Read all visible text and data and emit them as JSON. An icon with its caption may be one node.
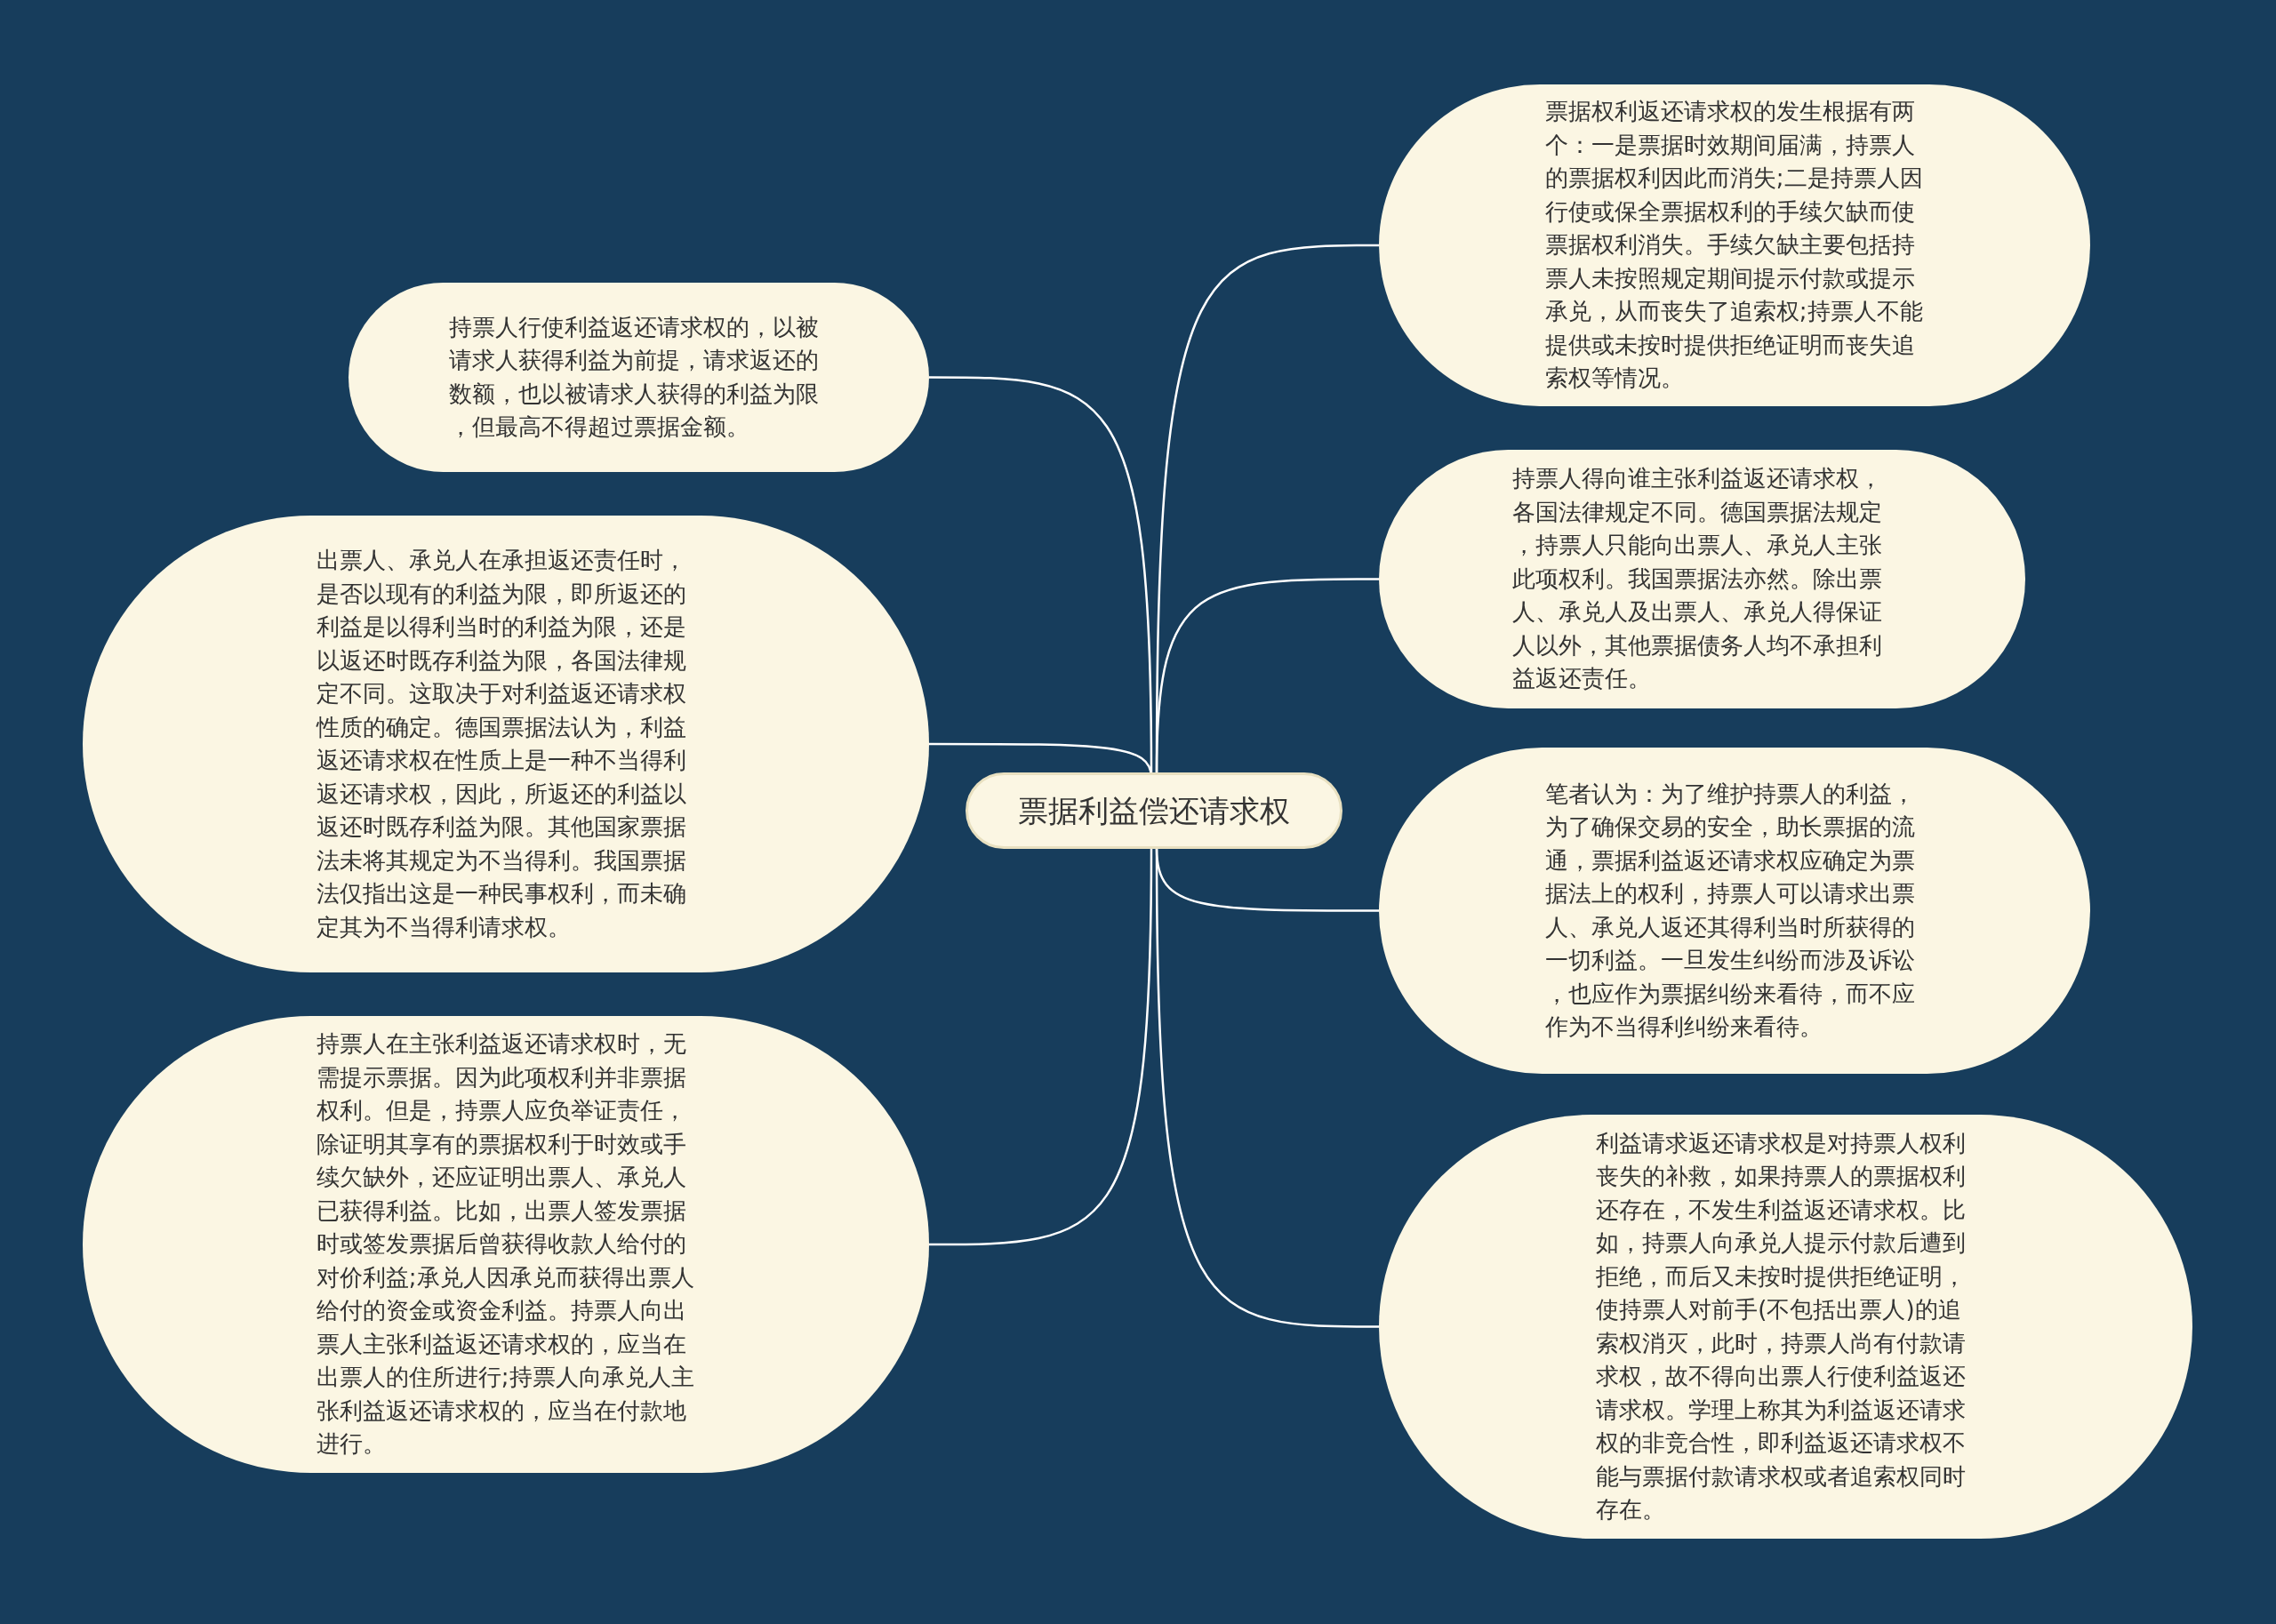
{
  "diagram": {
    "nodes": [
      {
        "text": [
          "票据利益偿还请求权"
        ]
      },
      {
        "text": [
          "持票人行使利益返还请求权的，以被请求人获得利益为前提，请求返还的数额，也以被请求人获得的利益为限，但最高不得超过票据金额。"
        ]
      },
      {
        "text": [
          "出票人、承兑人在承担返还责任时，是否以现有的利益为限，即所返还的利益是以得利当时的利益为限，还是以返还时既存利益为限，各国法律规定不同。这取决于对利益返还请求权性质的确定。德国票据法认为，利益返还请求权在性质上是一种不当得利返还请求权，因此，所返还的利益以返还时既存利益为限。其他国家票据法未将其规定为不当得利。我国票据法仅指出这是一种民事权利，而未确定其为不当得利请求权。"
        ]
      },
      {
        "text": [
          "持票人在主张利益返还请求权时，无需提示票据。因为此项权利并非票据权利。但是，持票人应负举证责任，除证明其享有的票据权利于时效或手续欠缺外，还应证明出票人、承兑人已获得利益。比如，出票人签发票据时或签发票据后曾获得收款人给付的对价利益;承兑人因承兑而获得出票人给付的资金或资金利益。持票人向出票人主张利益返还请求权的，应当在出票人的住所进行;持票人向承兑人主张利益返还请求权的，应当在付款地进行。"
        ]
      },
      {
        "text": [
          "票据权利返还请求权的发生根据有两个：一是票据时效期间届满，持票人的票据权利因此而消失;二是持票人因行使或保全票据权利的手续欠缺而使票据权利消失。手续欠缺主要包括持票人未按照规定期间提示付款或提示承兑，从而丧失了追索权;持票人不能提供或未按时提供拒绝证明而丧失追索权等情况。"
        ]
      },
      {
        "text": [
          "持票人得向谁主张利益返还请求权，各国法律规定不同。德国票据法规定，持票人只能向出票人、承兑人主张此项权利。我国票据法亦然。除出票人、承兑人及出票人、承兑人得保证人以外，其他票据债务人均不承担利益返还责任。"
        ]
      },
      {
        "text": [
          "笔者认为：为了维护持票人的利益，为了确保交易的安全，助长票据的流通，票据利益返还请求权应确定为票据法上的权利，持票人可以请求出票人、承兑人返还其得利当时所获得的一切利益。一旦发生纠纷而涉及诉讼，也应作为票据纠纷来看待，而不应作为不当得利纠纷来看待。"
        ]
      },
      {
        "text": [
          "利益请求返还请求权是对持票人权利丧失的补救，如果持票人的票据权利还存在，不发生利益返还请求权。比如，持票人向承兑人提示付款后遭到拒绝，而后又未按时提供拒绝证明，使持票人对前手(不包括出票人)的追索权消灭，此时，持票人尚有付款请求权，故不得向出票人行使利益返还请求权。学理上称其为利益返还请求权的非竞合性，即利益返还请求权不能与票据付款请求权或者追索权同时存在。"
        ]
      }
    ],
    "edges": [
      {
        "from": 0,
        "to": 1,
        "arrow": "none"
      },
      {
        "from": 0,
        "to": 2,
        "arrow": "none"
      },
      {
        "from": 0,
        "to": 3,
        "arrow": "none"
      },
      {
        "from": 0,
        "to": 4,
        "arrow": "none"
      },
      {
        "from": 0,
        "to": 5,
        "arrow": "none"
      },
      {
        "from": 0,
        "to": 6,
        "arrow": "none"
      },
      {
        "from": 0,
        "to": 7,
        "arrow": "none"
      }
    ]
  }
}
